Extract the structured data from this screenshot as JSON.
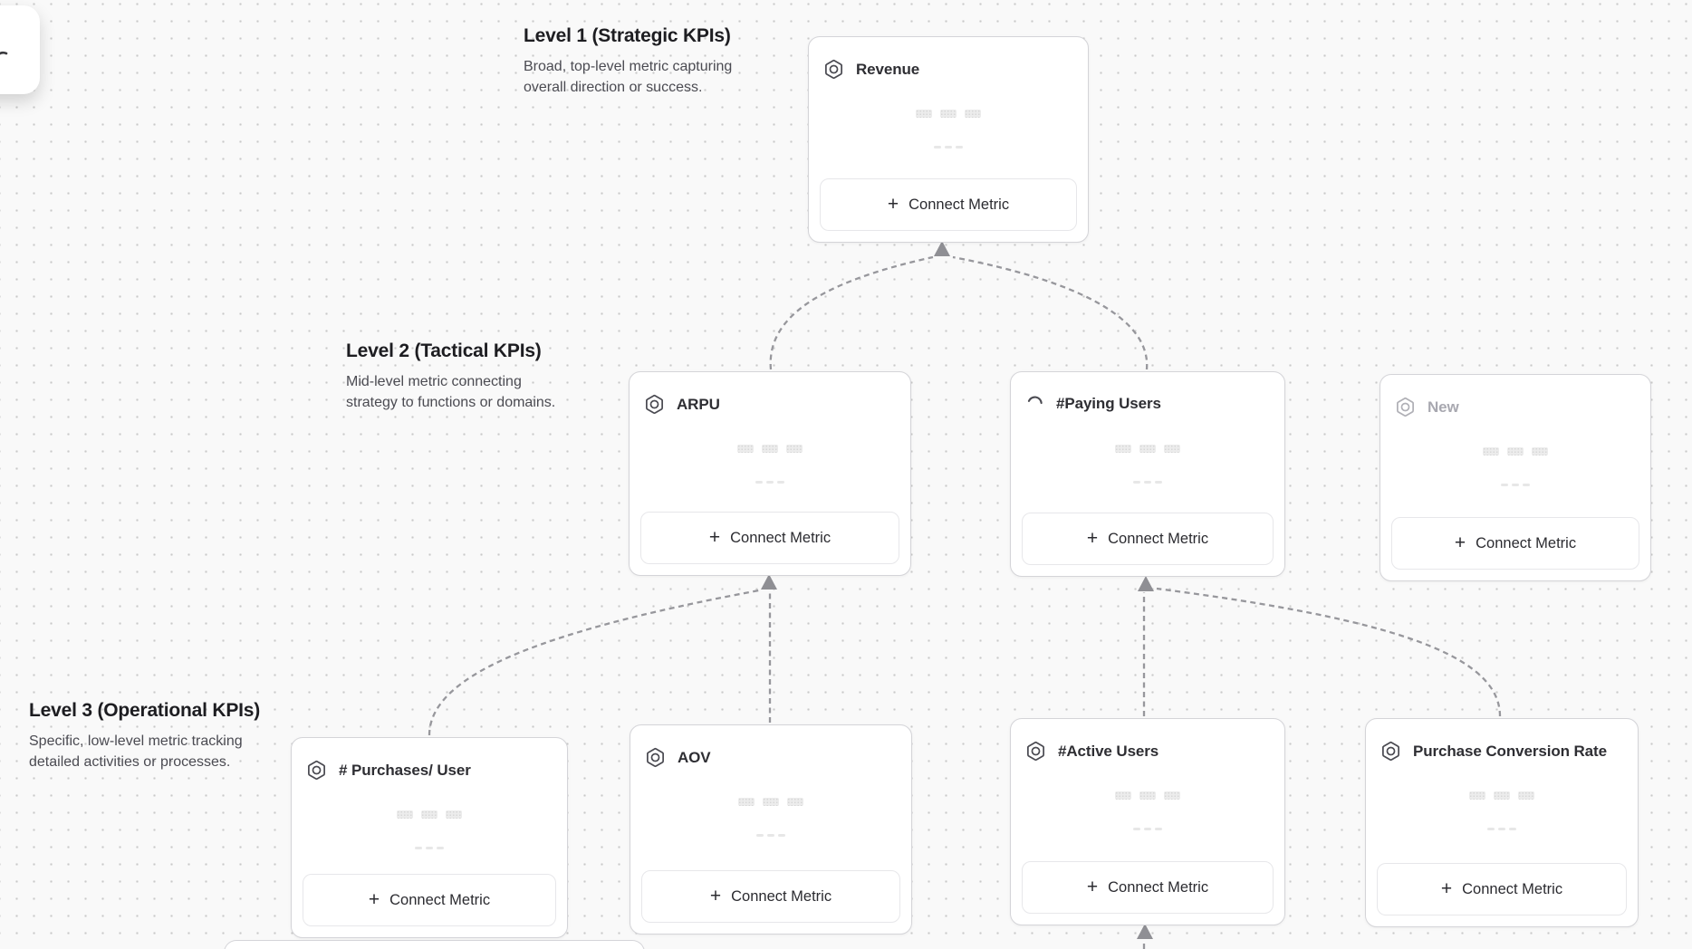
{
  "canvas": {
    "background": "#f9f9f9",
    "dot_color": "#c9c9c9"
  },
  "levels": [
    {
      "title": "Level 1 (Strategic KPIs)",
      "description_line1": "Broad, top-level metric capturing",
      "description_line2": "overall direction or success."
    },
    {
      "title": "Level 2 (Tactical KPIs)",
      "description_line1": "Mid-level metric connecting",
      "description_line2": "strategy to functions or domains."
    },
    {
      "title": "Level 3 (Operational KPIs)",
      "description_line1": "Specific, low-level metric tracking",
      "description_line2": "detailed activities or processes."
    }
  ],
  "cards": [
    {
      "title": "Revenue",
      "icon": "metric-hexagon",
      "state": "default",
      "level": 1
    },
    {
      "title": "ARPU",
      "icon": "metric-hexagon",
      "state": "default",
      "level": 2
    },
    {
      "title": "#Paying Users",
      "icon": "loading-spinner",
      "state": "loading",
      "level": 2
    },
    {
      "title": "New",
      "icon": "metric-hexagon",
      "state": "placeholder",
      "level": 2
    },
    {
      "title": "# Purchases/ User",
      "icon": "metric-hexagon",
      "state": "default",
      "level": 3
    },
    {
      "title": "AOV",
      "icon": "metric-hexagon",
      "state": "default",
      "level": 3
    },
    {
      "title": "#Active Users",
      "icon": "metric-hexagon",
      "state": "default",
      "level": 3
    },
    {
      "title": "Purchase Conversion Rate",
      "icon": "metric-hexagon",
      "state": "default",
      "level": 3
    }
  ],
  "labels": {
    "connect_metric": "Connect Metric",
    "plus": "+"
  },
  "edges": [
    {
      "from": "ARPU",
      "to": "Revenue"
    },
    {
      "from": "#Paying Users",
      "to": "Revenue"
    },
    {
      "from": "# Purchases/ User",
      "to": "ARPU"
    },
    {
      "from": "AOV",
      "to": "ARPU"
    },
    {
      "from": "#Active Users",
      "to": "#Paying Users"
    },
    {
      "from": "Purchase Conversion Rate",
      "to": "#Paying Users"
    },
    {
      "from": "below-viewport",
      "to": "#Active Users"
    }
  ],
  "colors": {
    "connector": "#97979c",
    "arrowhead": "#8f8f94",
    "card_border": "#d4d4d8",
    "title_text": "#2e2e33",
    "muted_text": "#a8a8b0"
  }
}
